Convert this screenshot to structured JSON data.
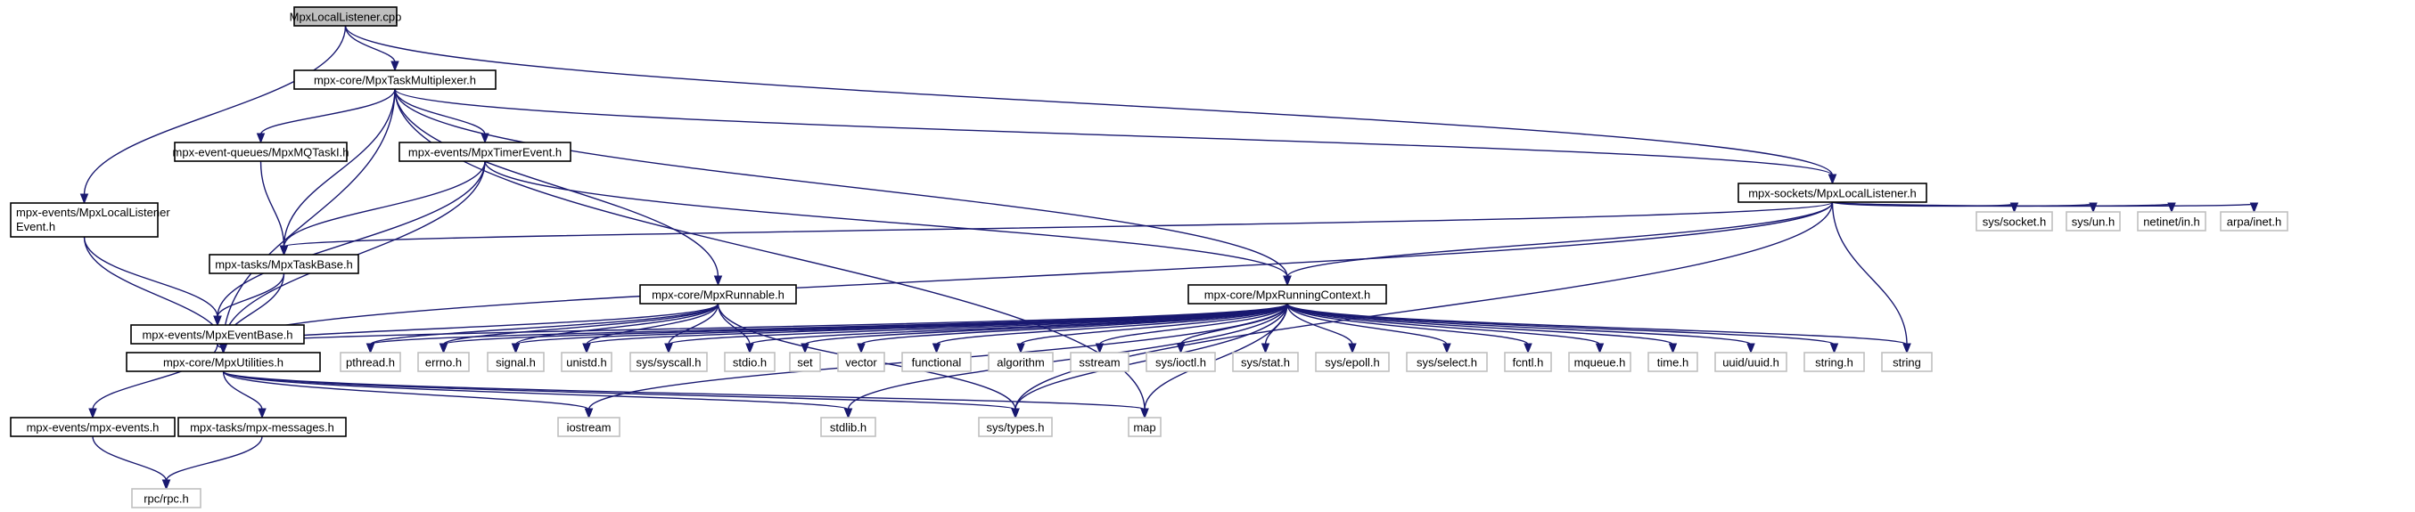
{
  "graph": {
    "edge_color": "#191970",
    "root_fill": "#bfbfbf",
    "system_border": "#bfbfbf",
    "nodes": [
      {
        "id": "root",
        "label": "MpxLocalListener.cpp",
        "kind": "root"
      },
      {
        "id": "mux",
        "label": "mpx-core/MpxTaskMultiplexer.h",
        "kind": "doc"
      },
      {
        "id": "mq",
        "label": "mpx-event-queues/MpxMQTaskI.h",
        "kind": "doc"
      },
      {
        "id": "timer",
        "label": "mpx-events/MpxTimerEvent.h",
        "kind": "doc"
      },
      {
        "id": "sockll",
        "label": "mpx-sockets/MpxLocalListener.h",
        "kind": "doc"
      },
      {
        "id": "evll",
        "label": "mpx-events/MpxLocalListener\nEvent.h",
        "kind": "doc"
      },
      {
        "id": "taskbase",
        "label": "mpx-tasks/MpxTaskBase.h",
        "kind": "doc"
      },
      {
        "id": "evbase",
        "label": "mpx-events/MpxEventBase.h",
        "kind": "doc"
      },
      {
        "id": "runnable",
        "label": "mpx-core/MpxRunnable.h",
        "kind": "doc"
      },
      {
        "id": "ctx",
        "label": "mpx-core/MpxRunningContext.h",
        "kind": "doc"
      },
      {
        "id": "util",
        "label": "mpx-core/MpxUtilities.h",
        "kind": "doc"
      },
      {
        "id": "events",
        "label": "mpx-events/mpx-events.h",
        "kind": "doc"
      },
      {
        "id": "msgs",
        "label": "mpx-tasks/mpx-messages.h",
        "kind": "doc"
      },
      {
        "id": "rpc",
        "label": "rpc/rpc.h",
        "kind": "sys"
      },
      {
        "id": "pthread",
        "label": "pthread.h",
        "kind": "sys"
      },
      {
        "id": "errno",
        "label": "errno.h",
        "kind": "sys"
      },
      {
        "id": "signal",
        "label": "signal.h",
        "kind": "sys"
      },
      {
        "id": "unistd",
        "label": "unistd.h",
        "kind": "sys"
      },
      {
        "id": "syscall",
        "label": "sys/syscall.h",
        "kind": "sys"
      },
      {
        "id": "stdio",
        "label": "stdio.h",
        "kind": "sys"
      },
      {
        "id": "set",
        "label": "set",
        "kind": "sys"
      },
      {
        "id": "vector",
        "label": "vector",
        "kind": "sys"
      },
      {
        "id": "functional",
        "label": "functional",
        "kind": "sys"
      },
      {
        "id": "algorithm",
        "label": "algorithm",
        "kind": "sys"
      },
      {
        "id": "sstream",
        "label": "sstream",
        "kind": "sys"
      },
      {
        "id": "ioctl",
        "label": "sys/ioctl.h",
        "kind": "sys"
      },
      {
        "id": "stat",
        "label": "sys/stat.h",
        "kind": "sys"
      },
      {
        "id": "epoll",
        "label": "sys/epoll.h",
        "kind": "sys"
      },
      {
        "id": "select",
        "label": "sys/select.h",
        "kind": "sys"
      },
      {
        "id": "fcntl",
        "label": "fcntl.h",
        "kind": "sys"
      },
      {
        "id": "mqueue",
        "label": "mqueue.h",
        "kind": "sys"
      },
      {
        "id": "time",
        "label": "time.h",
        "kind": "sys"
      },
      {
        "id": "uuid",
        "label": "uuid/uuid.h",
        "kind": "sys"
      },
      {
        "id": "stringh",
        "label": "string.h",
        "kind": "sys"
      },
      {
        "id": "string",
        "label": "string",
        "kind": "sys"
      },
      {
        "id": "socket",
        "label": "sys/socket.h",
        "kind": "sys"
      },
      {
        "id": "un",
        "label": "sys/un.h",
        "kind": "sys"
      },
      {
        "id": "netin",
        "label": "netinet/in.h",
        "kind": "sys"
      },
      {
        "id": "arpa",
        "label": "arpa/inet.h",
        "kind": "sys"
      },
      {
        "id": "iostream",
        "label": "iostream",
        "kind": "sys"
      },
      {
        "id": "stdlib",
        "label": "stdlib.h",
        "kind": "sys"
      },
      {
        "id": "types",
        "label": "sys/types.h",
        "kind": "sys"
      },
      {
        "id": "map",
        "label": "map",
        "kind": "sys"
      }
    ],
    "edges": [
      [
        "root",
        "mux"
      ],
      [
        "root",
        "sockll"
      ],
      [
        "root",
        "evll"
      ],
      [
        "mux",
        "mq"
      ],
      [
        "mux",
        "timer"
      ],
      [
        "mux",
        "taskbase"
      ],
      [
        "mux",
        "runnable"
      ],
      [
        "mux",
        "ctx"
      ],
      [
        "mux",
        "util"
      ],
      [
        "mux",
        "sockll"
      ],
      [
        "mux",
        "map"
      ],
      [
        "mq",
        "taskbase"
      ],
      [
        "timer",
        "taskbase"
      ],
      [
        "timer",
        "evbase"
      ],
      [
        "timer",
        "util"
      ],
      [
        "timer",
        "ctx"
      ],
      [
        "sockll",
        "taskbase"
      ],
      [
        "sockll",
        "ctx"
      ],
      [
        "sockll",
        "util"
      ],
      [
        "sockll",
        "socket"
      ],
      [
        "sockll",
        "un"
      ],
      [
        "sockll",
        "netin"
      ],
      [
        "sockll",
        "arpa"
      ],
      [
        "sockll",
        "string"
      ],
      [
        "sockll",
        "types"
      ],
      [
        "evll",
        "evbase"
      ],
      [
        "evll",
        "util"
      ],
      [
        "taskbase",
        "evbase"
      ],
      [
        "taskbase",
        "util"
      ],
      [
        "evbase",
        "util"
      ],
      [
        "evbase",
        "events"
      ],
      [
        "runnable",
        "util"
      ],
      [
        "runnable",
        "pthread"
      ],
      [
        "runnable",
        "errno"
      ],
      [
        "runnable",
        "signal"
      ],
      [
        "runnable",
        "unistd"
      ],
      [
        "runnable",
        "syscall"
      ],
      [
        "runnable",
        "stdio"
      ],
      [
        "runnable",
        "types"
      ],
      [
        "ctx",
        "util"
      ],
      [
        "ctx",
        "pthread"
      ],
      [
        "ctx",
        "errno"
      ],
      [
        "ctx",
        "signal"
      ],
      [
        "ctx",
        "unistd"
      ],
      [
        "ctx",
        "syscall"
      ],
      [
        "ctx",
        "stdio"
      ],
      [
        "ctx",
        "set"
      ],
      [
        "ctx",
        "vector"
      ],
      [
        "ctx",
        "functional"
      ],
      [
        "ctx",
        "algorithm"
      ],
      [
        "ctx",
        "sstream"
      ],
      [
        "ctx",
        "ioctl"
      ],
      [
        "ctx",
        "stat"
      ],
      [
        "ctx",
        "epoll"
      ],
      [
        "ctx",
        "select"
      ],
      [
        "ctx",
        "fcntl"
      ],
      [
        "ctx",
        "mqueue"
      ],
      [
        "ctx",
        "time"
      ],
      [
        "ctx",
        "uuid"
      ],
      [
        "ctx",
        "stringh"
      ],
      [
        "ctx",
        "string"
      ],
      [
        "ctx",
        "map"
      ],
      [
        "ctx",
        "iostream"
      ],
      [
        "ctx",
        "stdlib"
      ],
      [
        "ctx",
        "types"
      ],
      [
        "util",
        "msgs"
      ],
      [
        "util",
        "iostream"
      ],
      [
        "util",
        "stdlib"
      ],
      [
        "util",
        "types"
      ],
      [
        "util",
        "map"
      ],
      [
        "events",
        "rpc"
      ],
      [
        "msgs",
        "rpc"
      ]
    ]
  }
}
